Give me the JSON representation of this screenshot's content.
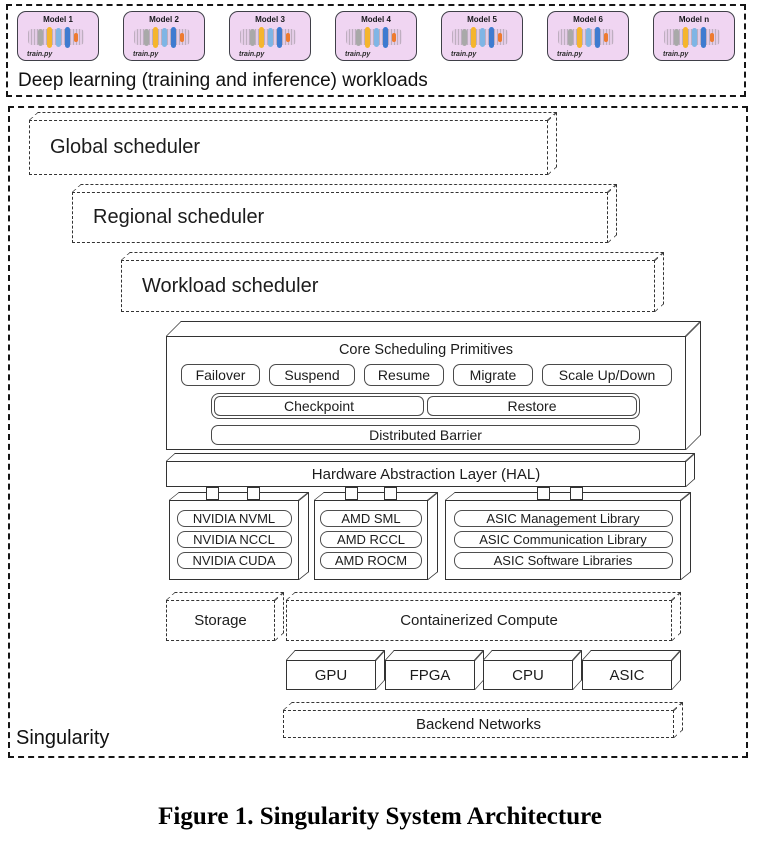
{
  "figure_caption": "Figure 1. Singularity System Architecture",
  "workloads": {
    "caption": "Deep learning (training and inference) workloads",
    "models": [
      {
        "name": "Model 1",
        "script": "train.py"
      },
      {
        "name": "Model 2",
        "script": "train.py"
      },
      {
        "name": "Model 3",
        "script": "train.py"
      },
      {
        "name": "Model 4",
        "script": "train.py"
      },
      {
        "name": "Model 5",
        "script": "train.py"
      },
      {
        "name": "Model 6",
        "script": "train.py"
      },
      {
        "name": "Model n",
        "script": "train.py"
      }
    ]
  },
  "singularity": {
    "label": "Singularity"
  },
  "schedulers": [
    "Global scheduler",
    "Regional scheduler",
    "Workload scheduler"
  ],
  "core": {
    "title": "Core Scheduling Primitives",
    "primitives": [
      "Failover",
      "Suspend",
      "Resume",
      "Migrate",
      "Scale Up/Down"
    ],
    "checkpoint": "Checkpoint",
    "restore": "Restore",
    "barrier": "Distributed Barrier"
  },
  "hal": {
    "title": "Hardware Abstraction Layer (HAL)"
  },
  "hal_groups": [
    {
      "name": "nvidia",
      "items": [
        "NVIDIA NVML",
        "NVIDIA NCCL",
        "NVIDIA CUDA"
      ]
    },
    {
      "name": "amd",
      "items": [
        "AMD SML",
        "AMD RCCL",
        "AMD ROCM"
      ]
    },
    {
      "name": "asic",
      "items": [
        "ASIC Management Library",
        "ASIC Communication Library",
        "ASIC Software Libraries"
      ]
    }
  ],
  "infrastructure": {
    "storage": "Storage",
    "compute": "Containerized Compute",
    "network": "Backend Networks"
  },
  "hardware": [
    "GPU",
    "FPGA",
    "CPU",
    "ASIC"
  ],
  "icons": {
    "model_icon": "neural-network-icon"
  },
  "colors": {
    "model_card_bg": "#f0d5f2",
    "model_card_border": "#3f3f48",
    "bar_gray": "#a9a9a9",
    "bar_yellow": "#f5b52e",
    "bar_lightblue": "#7fb5e5",
    "bar_blue": "#3e7bd0",
    "bar_orange": "#ee7b2f"
  }
}
